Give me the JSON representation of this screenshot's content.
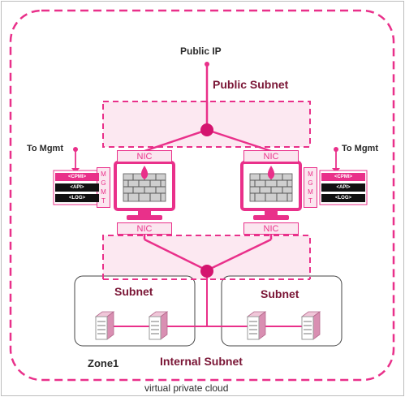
{
  "labels": {
    "public_ip": "Public IP",
    "public_subnet": "Public Subnet",
    "to_mgmt_left": "To Mgmt",
    "to_mgmt_right": "To Mgmt",
    "subnet_left": "Subnet",
    "subnet_right": "Subnet",
    "zone": "Zone1",
    "internal_subnet": "Internal Subnet",
    "vpc": "virtual private cloud"
  },
  "nics": {
    "left_top": "NIC",
    "right_top": "NIC",
    "left_bottom": "NIC",
    "right_bottom": "NIC"
  },
  "mgmt_letters": [
    "M",
    "G",
    "M",
    "T"
  ],
  "ports": [
    "<CPMI>",
    "<API>",
    "<LOG>"
  ],
  "colors": {
    "accent": "#e9308a",
    "accent_dark": "#d4146f",
    "zone_fill": "#fce8f1",
    "port_first": "#e9308a",
    "port_other": "#111111",
    "gateway_icon": "#e9308a",
    "server_icon": "#e9a3c4",
    "text_dark": "#2a2a2a",
    "title_maroon": "#7a1535"
  },
  "icons": {
    "gateway": "firewall-monitor-icon",
    "server": "server-icon",
    "router": "router-node-icon"
  }
}
